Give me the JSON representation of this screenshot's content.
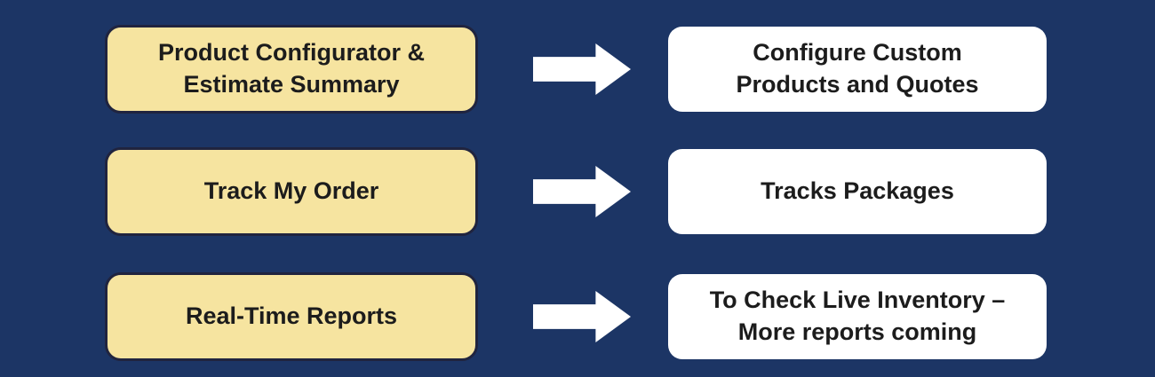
{
  "diagram": {
    "type": "feature-mapping",
    "colors": {
      "background": "#1c3565",
      "feature_box_fill": "#f6e4a0",
      "feature_box_border": "#20243f",
      "description_box_fill": "#ffffff",
      "arrow_fill": "#ffffff",
      "text": "#1c1c1c"
    },
    "rows": [
      {
        "feature": "Product Configurator &\nEstimate Summary",
        "description": "Configure Custom\nProducts and Quotes"
      },
      {
        "feature": "Track My Order",
        "description": "Tracks Packages"
      },
      {
        "feature": "Real-Time Reports",
        "description": "To Check Live Inventory –\nMore reports coming"
      }
    ]
  }
}
